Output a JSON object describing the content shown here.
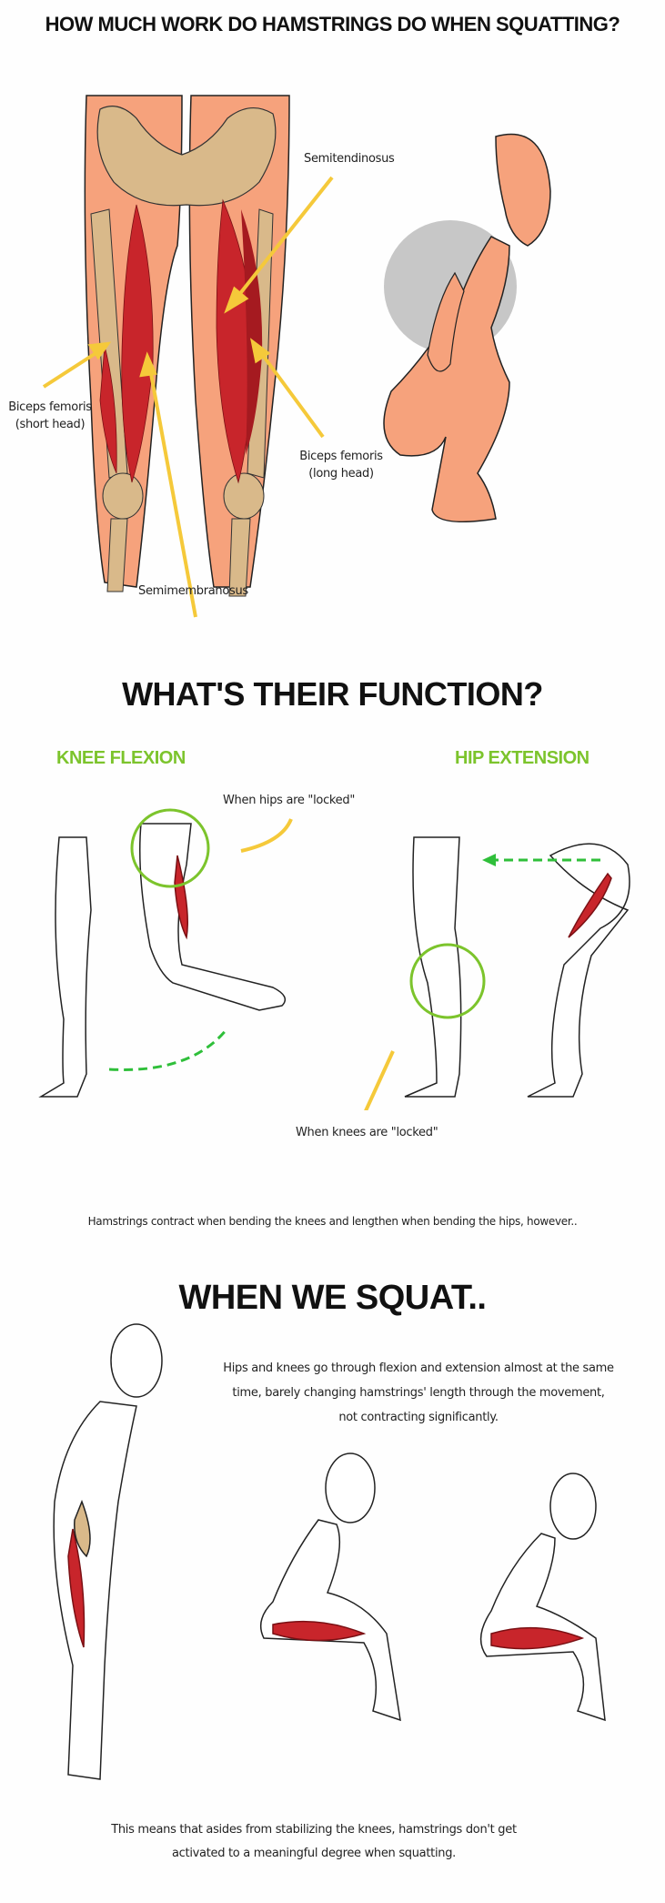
{
  "title": "HOW MUCH WORK DO HAMSTRINGS DO WHEN SQUATTING?",
  "anatomy": {
    "labels": {
      "semitendinosus": "Semitendinosus",
      "biceps_short_line1": "Biceps femoris",
      "biceps_short_line2": "(short head)",
      "biceps_long_line1": "Biceps femoris",
      "biceps_long_line2": "(long head)",
      "semimembranosus": "Semimembranosus"
    }
  },
  "function_section": {
    "heading": "WHAT'S THEIR FUNCTION?",
    "knee_flexion": "KNEE FLEXION",
    "hip_extension": "HIP EXTENSION",
    "hips_locked_note": "When hips are \"locked\"",
    "knees_locked_note": "When knees are \"locked\"",
    "caption": "Hamstrings contract when bending the knees and lengthen when bending the hips, however.."
  },
  "squat_section": {
    "heading": "WHEN WE SQUAT..",
    "paragraph": "Hips and knees go through flexion and extension almost at the same time, barely changing hamstrings' length through the movement, not contracting significantly.",
    "conclusion": "This means that asides from stabilizing the knees, hamstrings don't get activated to a meaningful degree when squatting."
  },
  "colors": {
    "accent_green": "#7cc42c",
    "arrow_yellow": "#f5c93a",
    "muscle_red": "#c8252b",
    "skin": "#f5a07a",
    "bone": "#d9b98a"
  }
}
